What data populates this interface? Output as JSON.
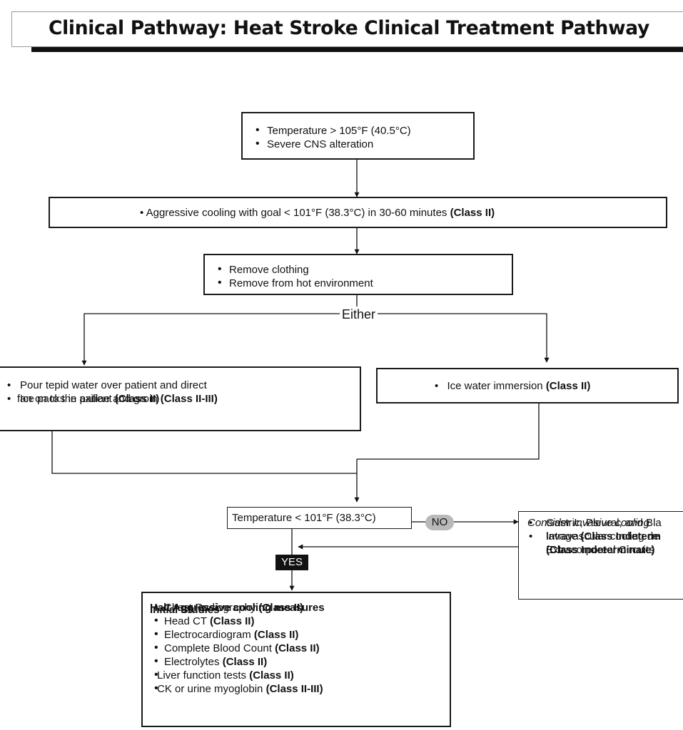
{
  "title": "Clinical Pathway: Heat Stroke Clinical Treatment Pathway",
  "nodes": {
    "presentation": {
      "items": [
        "Temperature > 105°F (40.5°C)",
        "Severe CNS alteration"
      ]
    },
    "aggressive_cooling": {
      "text": "Aggressive cooling with goal < 101°F (38.3°C) in 30-60 minutes",
      "class": "(Class II)"
    },
    "initial_measures": {
      "items": [
        "Remove clothing",
        "Remove from hot environment"
      ]
    },
    "evaporative": {
      "item1_line1": "Pour tepid water over patient and direct",
      "item1_line2": "fan on to the patient",
      "item1_class": "(Class II)",
      "item2_text": "Ice packs in axillae and groin",
      "item2_class": "(Class II-III)"
    },
    "ice_immersion": {
      "text": "Ice water immersion",
      "class": "(Class II)"
    },
    "temp_check": {
      "text": "Temperature < 101°F (38.3°C)"
    },
    "invasive": {
      "heading": "Consider Invasive cooling",
      "item1_line1": "Gastric, Pleural, and Bla",
      "item1_line2_text": "lavage",
      "item1_line2_class": "(Class Indeterm",
      "item2_line1": "Intravascular cooling de",
      "item2_line2": "Extracorporeal Circuits",
      "item2_class": "(Class Indeterminate)"
    },
    "halt": {
      "heading": "Halt Aggressive cooling measures",
      "subheading": "Initial Studies",
      "studies": [
        {
          "name": "Chest Radiography",
          "class": "(Class II)"
        },
        {
          "name": "Head CT",
          "class": "(Class II)"
        },
        {
          "name": "Electrocardiogram",
          "class": "(Class II)"
        },
        {
          "name": "Complete Blood Count",
          "class": "(Class II)"
        },
        {
          "name": "Electrolytes",
          "class": "(Class II)"
        },
        {
          "name": "Liver function tests",
          "class": "(Class II)"
        },
        {
          "name": "CK or urine myoglobin",
          "class": "(Class II-III)"
        }
      ]
    }
  },
  "labels": {
    "either": "Either",
    "no": "NO",
    "yes": "YES"
  },
  "colors": {
    "ink": "#111111",
    "no_badge": "#b9b9b9",
    "yes_badge": "#111111"
  }
}
